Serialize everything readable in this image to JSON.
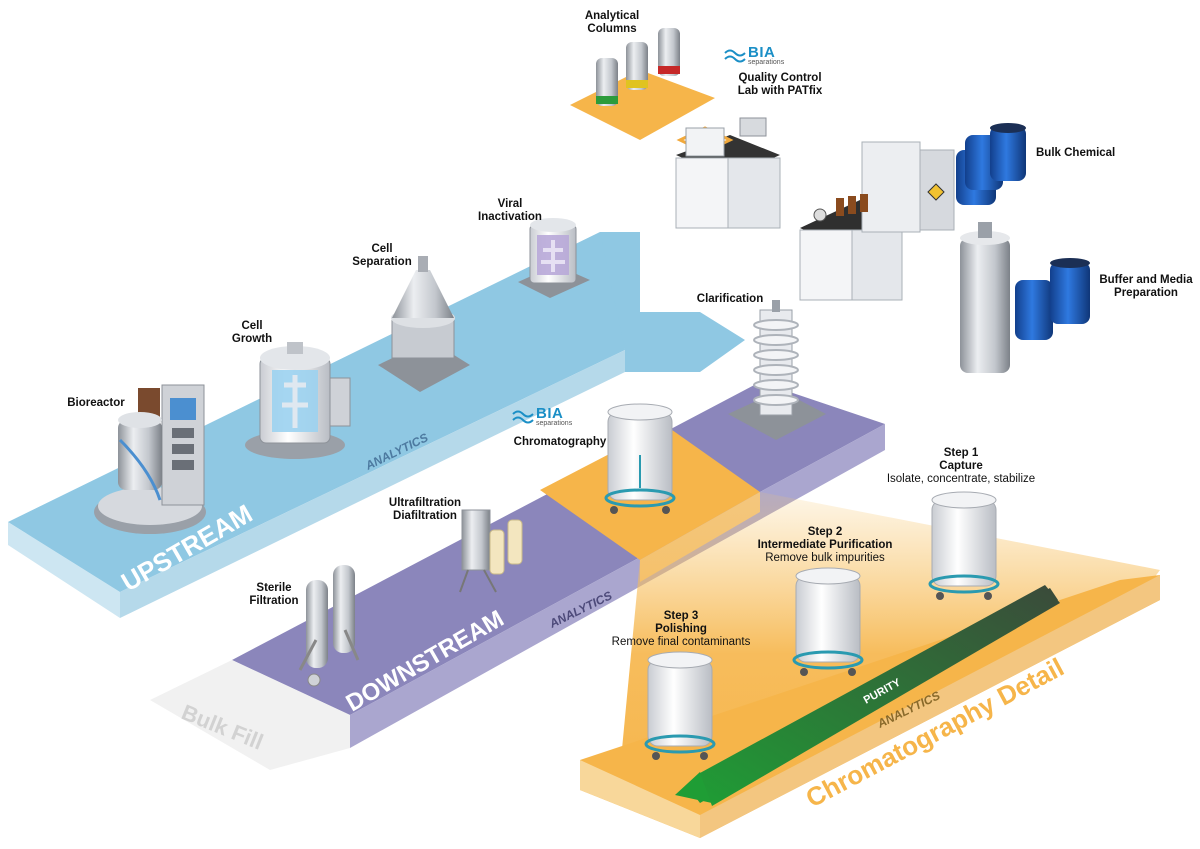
{
  "labels": {
    "analytical_columns": [
      "Analytical",
      "Columns"
    ],
    "qc_lab": [
      "Quality Control",
      "Lab with PATfix"
    ],
    "bulk_chemical": "Bulk Chemical",
    "buffer_media": [
      "Buffer and Media",
      "Preparation"
    ],
    "viral_inactivation": [
      "Viral",
      "Inactivation"
    ],
    "cell_separation": [
      "Cell",
      "Separation"
    ],
    "cell_growth": [
      "Cell",
      "Growth"
    ],
    "bioreactor": "Bioreactor",
    "clarification": "Clarification",
    "chromatography": "Chromatography",
    "ultrafiltration": [
      "Ultrafiltration",
      "Diafiltration"
    ],
    "sterile_filtration": [
      "Sterile",
      "Filtration"
    ],
    "step1": {
      "title": "Step 1",
      "name": "Capture",
      "desc": "Isolate, concentrate, stabilize"
    },
    "step2": {
      "title": "Step 2",
      "name": "Intermediate Purification",
      "desc": "Remove bulk impurities"
    },
    "step3": {
      "title": "Step 3",
      "name": "Polishing",
      "desc": "Remove final contaminants"
    }
  },
  "band_text": {
    "upstream": "UPSTREAM",
    "downstream": "DOWNSTREAM",
    "bulk_fill": "Bulk Fill",
    "analytics": "ANALYTICS",
    "purity": "PURITY",
    "chromatography_detail": "Chromatography Detail"
  },
  "logos": {
    "bia_main": "BIA",
    "bia_sub": "separations"
  },
  "colors": {
    "upstream_band": "#8fc8e3",
    "upstream_edge": "#c9e3f0",
    "downstream_band": "#8b86bb",
    "downstream_edge": "#c2bfdc",
    "chrom_orange": "#f6b54a",
    "chrom_edge": "#f8d79a",
    "purity_green": "#2e9c3a",
    "bulk_fill_gray": "#cfcfcf",
    "equipment_gray": "#b9bcc2",
    "drum_blue": "#1f5fbf"
  }
}
